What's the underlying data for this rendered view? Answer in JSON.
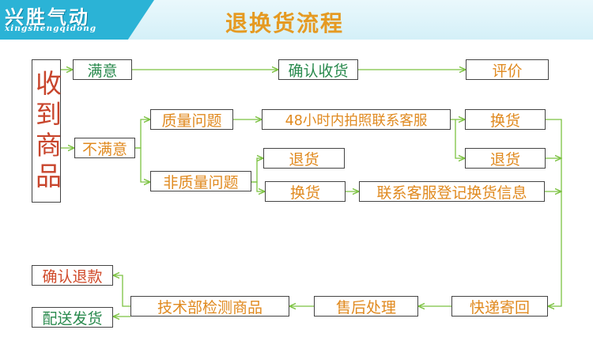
{
  "header": {
    "logo_zh": "兴胜气动",
    "logo_en": "xingshengqidong",
    "title": "退换货流程"
  },
  "nodes": {
    "receive": "收到商品",
    "satisfied": "满意",
    "confirm_receipt": "确认收货",
    "review": "评价",
    "unsatisfied": "不满意",
    "quality_issue": "质量问题",
    "photo_cs_48h": "48小时内拍照联系客服",
    "exchange_top": "换货",
    "return_top": "退货",
    "non_quality_issue": "非质量问题",
    "return_mid": "退货",
    "exchange_mid": "换货",
    "contact_cs_register": "联系客服登记换货信息",
    "courier_return": "快递寄回",
    "after_sales": "售后处理",
    "tech_inspect": "技术部检测商品",
    "confirm_refund": "确认退款",
    "ship_goods": "配送发货"
  },
  "colors": {
    "connector": "#7cc242",
    "box_border": "#444444",
    "title_orange": "#e59a22",
    "node_orange": "#e08a20",
    "node_green": "#2a8a4e",
    "node_red": "#d04a2a",
    "logo_band": "#2bb3d6"
  }
}
